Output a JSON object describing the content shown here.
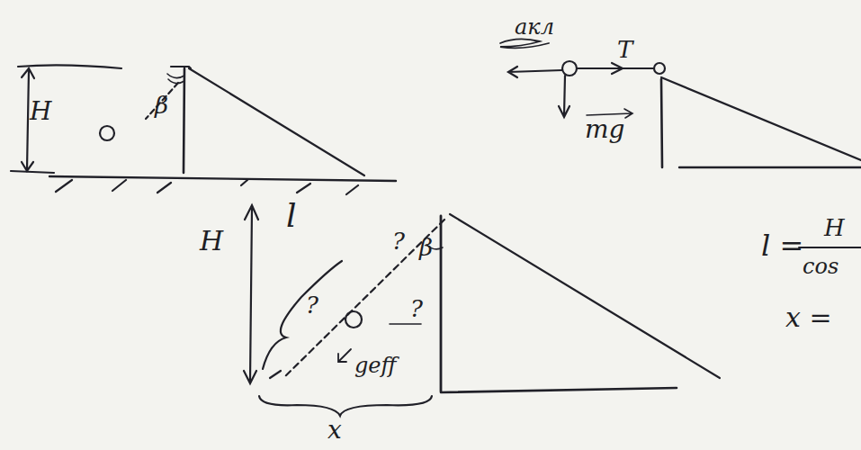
{
  "diagram": {
    "labels": [
      "H",
      "β",
      "aкл",
      "T",
      "mg",
      "H",
      "l",
      "?",
      "?",
      "?",
      "β",
      "geff",
      "x",
      "l =",
      "H",
      "cos",
      "x ="
    ]
  }
}
